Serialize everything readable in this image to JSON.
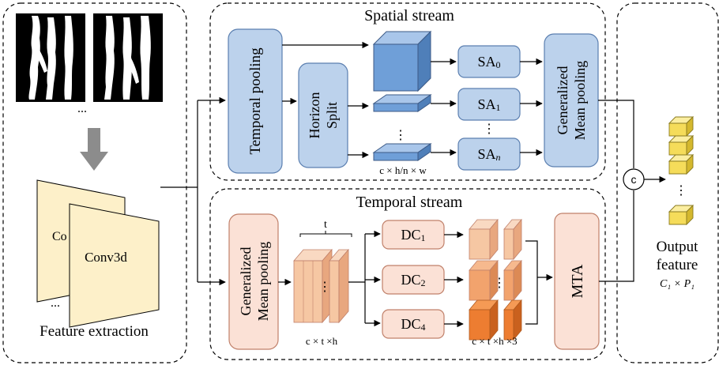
{
  "labels": {
    "spatial_stream": "Spatial stream",
    "temporal_stream": "Temporal stream",
    "feature_extraction": "Feature extraction",
    "conv3d_back": "Co",
    "conv3d_front": "Conv3d",
    "ellipsis_h": "...",
    "ellipsis_v": "⋮",
    "temporal_pooling": "Temporal pooling",
    "horizon_split_1": "Horizon",
    "horizon_split_2": "Split",
    "gen_mean_pool_1": "Generalized",
    "gen_mean_pool_2": "Mean pooling",
    "sa0": "SA",
    "sa0_sub": "0",
    "sa1": "SA",
    "sa1_sub": "1",
    "san": "SA",
    "san_sub": "n",
    "spatial_dim": "c × h/n × w",
    "t_label": "t",
    "temporal_dim_left": "c × t ×h",
    "temporal_dim_right": "c × t ×h ×3",
    "dc1": "DC",
    "dc1_sub": "1",
    "dc2": "DC",
    "dc2_sub": "2",
    "dc4": "DC",
    "dc4_sub": "4",
    "mta": "MTA",
    "concat": "c",
    "output_1": "Output",
    "output_2": "feature",
    "output_dim": "C₁ × P₁"
  },
  "colors": {
    "blue_fill": "#bcd2ec",
    "blue_stroke": "#5b7fb0",
    "salmon_fill": "#fbe1d6",
    "salmon_stroke": "#c0806a",
    "cream_fill": "#fdf0c9",
    "yellow_cube": "#f5dc5a",
    "orange_light": "#f6c7a3",
    "orange_dark": "#ed7d31"
  }
}
